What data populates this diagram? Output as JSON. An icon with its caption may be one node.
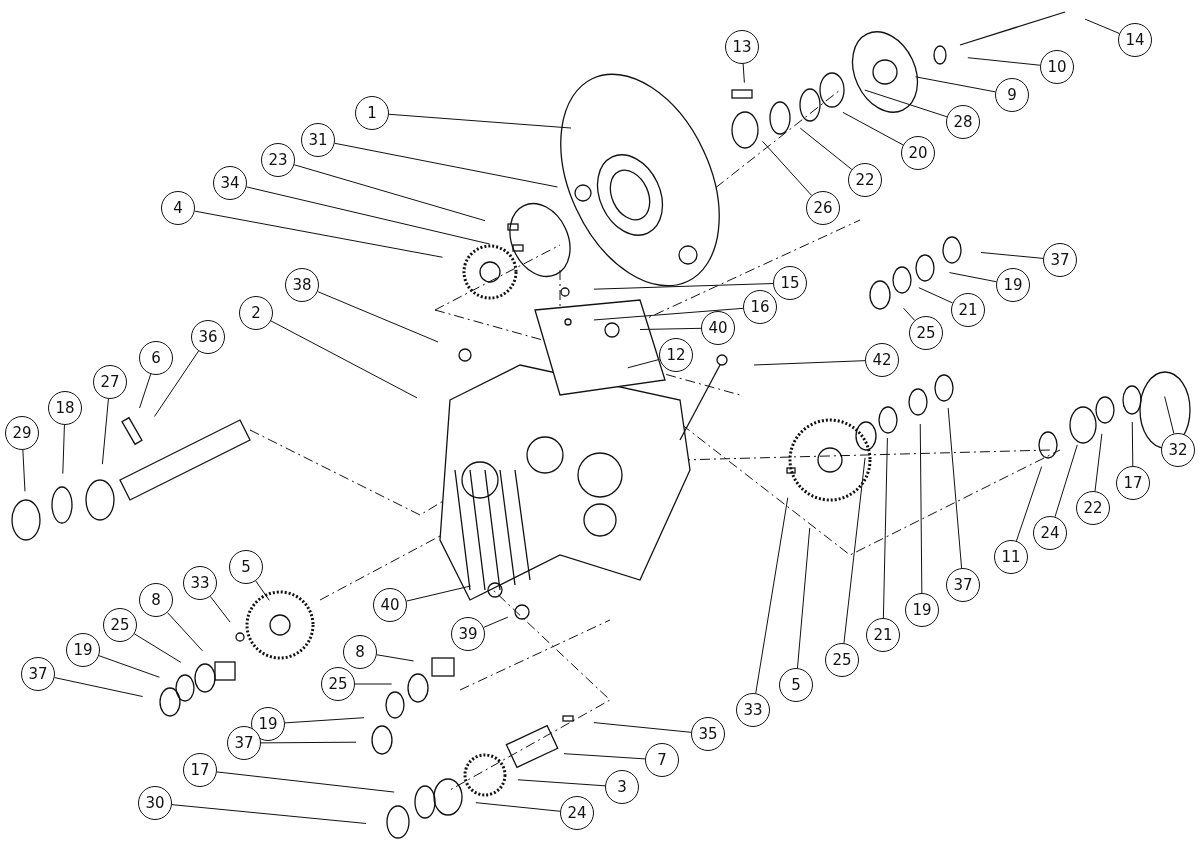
{
  "diagram": {
    "nodes": [
      {
        "text": [
          "1"
        ]
      },
      {
        "text": [
          "31"
        ]
      },
      {
        "text": [
          "23"
        ]
      },
      {
        "text": [
          "34"
        ]
      },
      {
        "text": [
          "4"
        ]
      },
      {
        "text": [
          "38"
        ]
      },
      {
        "text": [
          "2"
        ]
      },
      {
        "text": [
          "36"
        ]
      },
      {
        "text": [
          "6"
        ]
      },
      {
        "text": [
          "27"
        ]
      },
      {
        "text": [
          "18"
        ]
      },
      {
        "text": [
          "29"
        ]
      },
      {
        "text": [
          "13"
        ]
      },
      {
        "text": [
          "14"
        ]
      },
      {
        "text": [
          "10"
        ]
      },
      {
        "text": [
          "9"
        ]
      },
      {
        "text": [
          "28"
        ]
      },
      {
        "text": [
          "20"
        ]
      },
      {
        "text": [
          "22"
        ]
      },
      {
        "text": [
          "26"
        ]
      },
      {
        "text": [
          "37"
        ]
      },
      {
        "text": [
          "19"
        ]
      },
      {
        "text": [
          "21"
        ]
      },
      {
        "text": [
          "25"
        ]
      },
      {
        "text": [
          "15"
        ]
      },
      {
        "text": [
          "16"
        ]
      },
      {
        "text": [
          "40"
        ]
      },
      {
        "text": [
          "12"
        ]
      },
      {
        "text": [
          "42"
        ]
      },
      {
        "text": [
          "32"
        ]
      },
      {
        "text": [
          "17"
        ]
      },
      {
        "text": [
          "22"
        ]
      },
      {
        "text": [
          "24"
        ]
      },
      {
        "text": [
          "11"
        ]
      },
      {
        "text": [
          "37"
        ]
      },
      {
        "text": [
          "19"
        ]
      },
      {
        "text": [
          "21"
        ]
      },
      {
        "text": [
          "25"
        ]
      },
      {
        "text": [
          "5"
        ]
      },
      {
        "text": [
          "33"
        ]
      },
      {
        "text": [
          "5"
        ]
      },
      {
        "text": [
          "33"
        ]
      },
      {
        "text": [
          "8"
        ]
      },
      {
        "text": [
          "25"
        ]
      },
      {
        "text": [
          "19"
        ]
      },
      {
        "text": [
          "37"
        ]
      },
      {
        "text": [
          "40"
        ]
      },
      {
        "text": [
          "39"
        ]
      },
      {
        "text": [
          "8"
        ]
      },
      {
        "text": [
          "25"
        ]
      },
      {
        "text": [
          "19"
        ]
      },
      {
        "text": [
          "37"
        ]
      },
      {
        "text": [
          "35"
        ]
      },
      {
        "text": [
          "7"
        ]
      },
      {
        "text": [
          "3"
        ]
      },
      {
        "text": [
          "17"
        ]
      },
      {
        "text": [
          "24"
        ]
      },
      {
        "text": [
          "30"
        ]
      }
    ],
    "edges": [
      {
        "from": 0,
        "to": null,
        "arrow": "none"
      },
      {
        "from": 1,
        "to": null,
        "arrow": "none"
      },
      {
        "from": 2,
        "to": null,
        "arrow": "none"
      },
      {
        "from": 3,
        "to": null,
        "arrow": "none"
      },
      {
        "from": 4,
        "to": null,
        "arrow": "none"
      },
      {
        "from": 5,
        "to": null,
        "arrow": "none"
      },
      {
        "from": 6,
        "to": null,
        "arrow": "none"
      },
      {
        "from": 7,
        "to": null,
        "arrow": "none"
      },
      {
        "from": 8,
        "to": null,
        "arrow": "none"
      },
      {
        "from": 9,
        "to": null,
        "arrow": "none"
      },
      {
        "from": 10,
        "to": null,
        "arrow": "none"
      },
      {
        "from": 11,
        "to": null,
        "arrow": "none"
      },
      {
        "from": 12,
        "to": null,
        "arrow": "none"
      },
      {
        "from": 13,
        "to": null,
        "arrow": "none"
      },
      {
        "from": 14,
        "to": null,
        "arrow": "none"
      },
      {
        "from": 15,
        "to": null,
        "arrow": "none"
      },
      {
        "from": 16,
        "to": null,
        "arrow": "none"
      },
      {
        "from": 17,
        "to": null,
        "arrow": "none"
      },
      {
        "from": 18,
        "to": null,
        "arrow": "none"
      },
      {
        "from": 19,
        "to": null,
        "arrow": "none"
      },
      {
        "from": 20,
        "to": null,
        "arrow": "none"
      },
      {
        "from": 21,
        "to": null,
        "arrow": "none"
      },
      {
        "from": 22,
        "to": null,
        "arrow": "none"
      },
      {
        "from": 23,
        "to": null,
        "arrow": "none"
      },
      {
        "from": 24,
        "to": null,
        "arrow": "none"
      },
      {
        "from": 25,
        "to": null,
        "arrow": "none"
      },
      {
        "from": 26,
        "to": null,
        "arrow": "none"
      },
      {
        "from": 27,
        "to": null,
        "arrow": "none"
      },
      {
        "from": 28,
        "to": null,
        "arrow": "none"
      },
      {
        "from": 29,
        "to": null,
        "arrow": "none"
      },
      {
        "from": 30,
        "to": null,
        "arrow": "none"
      },
      {
        "from": 31,
        "to": null,
        "arrow": "none"
      },
      {
        "from": 32,
        "to": null,
        "arrow": "none"
      },
      {
        "from": 33,
        "to": null,
        "arrow": "none"
      },
      {
        "from": 34,
        "to": null,
        "arrow": "none"
      },
      {
        "from": 35,
        "to": null,
        "arrow": "none"
      },
      {
        "from": 36,
        "to": null,
        "arrow": "none"
      },
      {
        "from": 37,
        "to": null,
        "arrow": "none"
      },
      {
        "from": 38,
        "to": null,
        "arrow": "none"
      },
      {
        "from": 39,
        "to": null,
        "arrow": "none"
      },
      {
        "from": 40,
        "to": null,
        "arrow": "none"
      },
      {
        "from": 41,
        "to": null,
        "arrow": "none"
      },
      {
        "from": 42,
        "to": null,
        "arrow": "none"
      },
      {
        "from": 43,
        "to": null,
        "arrow": "none"
      },
      {
        "from": 44,
        "to": null,
        "arrow": "none"
      },
      {
        "from": 45,
        "to": null,
        "arrow": "none"
      },
      {
        "from": 46,
        "to": null,
        "arrow": "none"
      },
      {
        "from": 47,
        "to": null,
        "arrow": "none"
      },
      {
        "from": 48,
        "to": null,
        "arrow": "none"
      },
      {
        "from": 49,
        "to": null,
        "arrow": "none"
      },
      {
        "from": 50,
        "to": null,
        "arrow": "none"
      },
      {
        "from": 51,
        "to": null,
        "arrow": "none"
      },
      {
        "from": 52,
        "to": null,
        "arrow": "none"
      },
      {
        "from": 53,
        "to": null,
        "arrow": "none"
      },
      {
        "from": 54,
        "to": null,
        "arrow": "none"
      },
      {
        "from": 55,
        "to": null,
        "arrow": "none"
      },
      {
        "from": 56,
        "to": null,
        "arrow": "none"
      },
      {
        "from": 57,
        "to": null,
        "arrow": "none"
      }
    ]
  }
}
